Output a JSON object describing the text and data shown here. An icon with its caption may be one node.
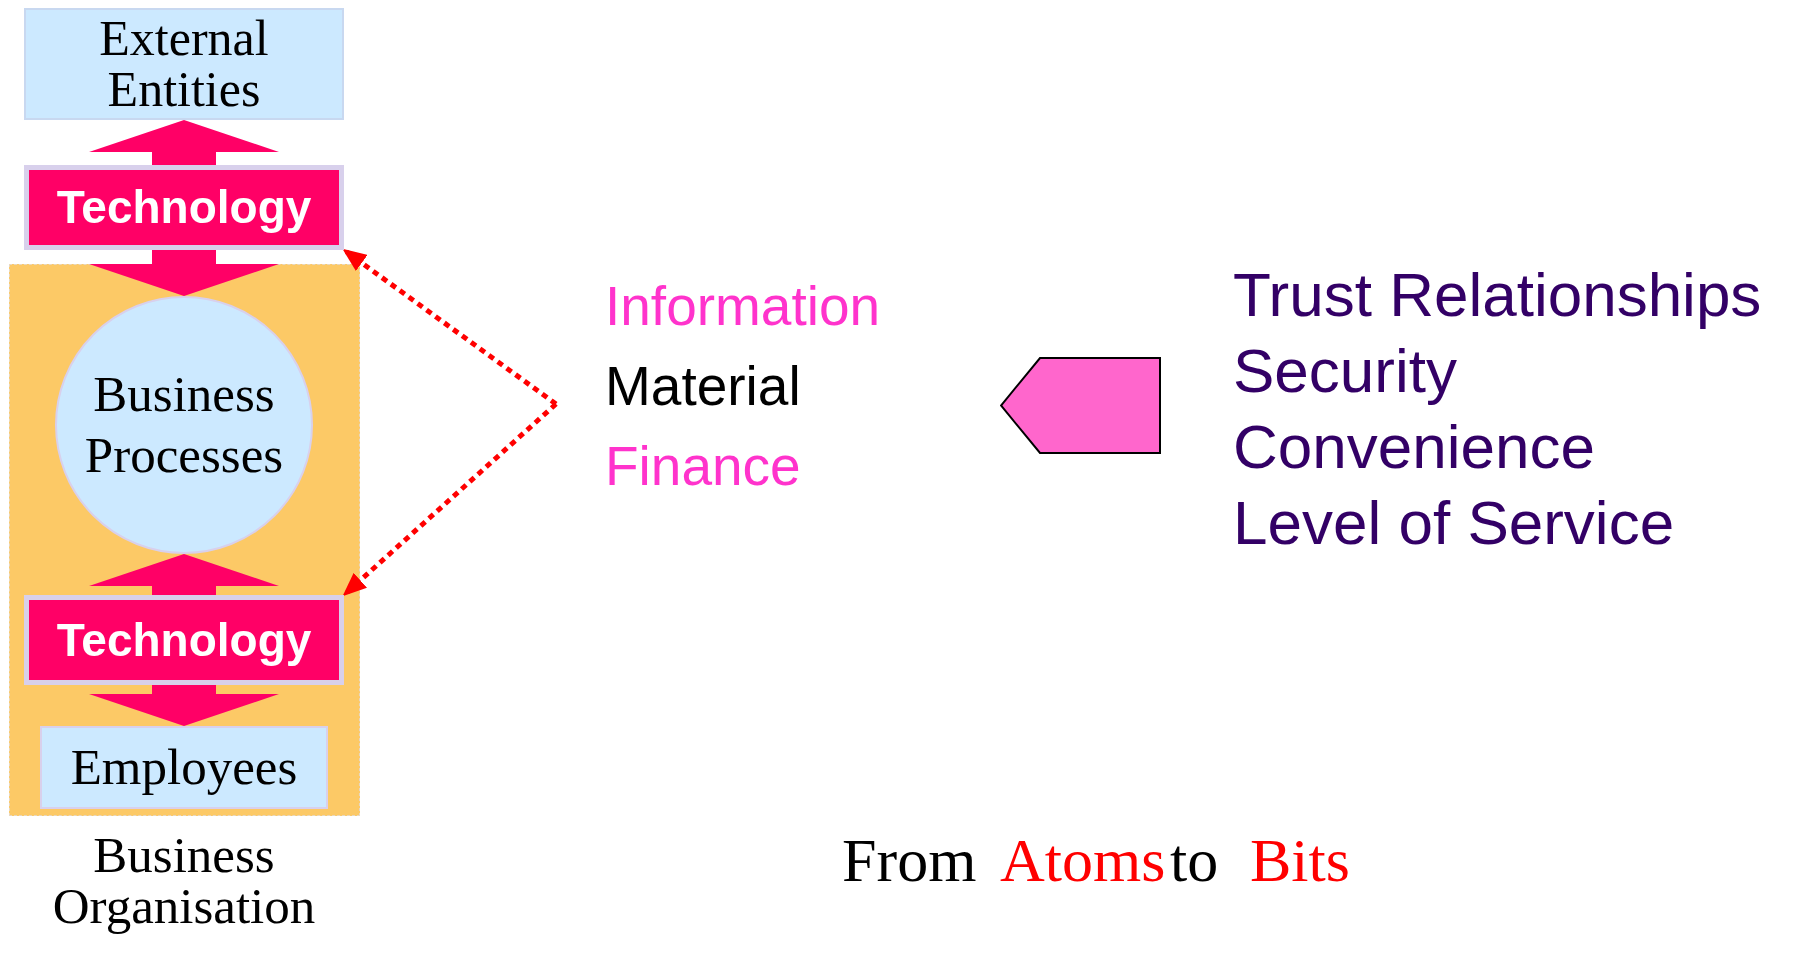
{
  "diagram": {
    "nodes": [
      {
        "text": [
          "External Entities"
        ]
      },
      {
        "text": [
          "Technology"
        ]
      },
      {
        "text": [
          "Business Organisation"
        ]
      },
      {
        "text": [
          "Business Processes"
        ],
        "in": 2
      },
      {
        "text": [
          "Technology"
        ],
        "in": 2
      },
      {
        "text": [
          "Employees"
        ],
        "in": 2
      },
      {
        "text": [
          "Information",
          "Material",
          "Finance"
        ]
      },
      {
        "text": [],
        "shape": "arrow"
      }
    ],
    "edges": [
      {
        "from": 1,
        "to": 0,
        "arrow": "to",
        "style": "thick"
      },
      {
        "from": 1,
        "to": 3,
        "arrow": "to",
        "style": "thick"
      },
      {
        "from": 4,
        "to": 3,
        "arrow": "to",
        "style": "thick"
      },
      {
        "from": 4,
        "to": 5,
        "arrow": "to",
        "style": "thick"
      },
      {
        "from": 6,
        "to": 1,
        "arrow": "to",
        "style": "dashed",
        "color": "#ff0000"
      },
      {
        "from": 6,
        "to": 4,
        "arrow": "to",
        "style": "dashed",
        "color": "#ff0000"
      }
    ],
    "labels": [
      "Trust Relationships",
      "Security",
      "Convenience",
      "Level of Service",
      "From",
      "Atoms",
      "to",
      "Bits"
    ]
  }
}
